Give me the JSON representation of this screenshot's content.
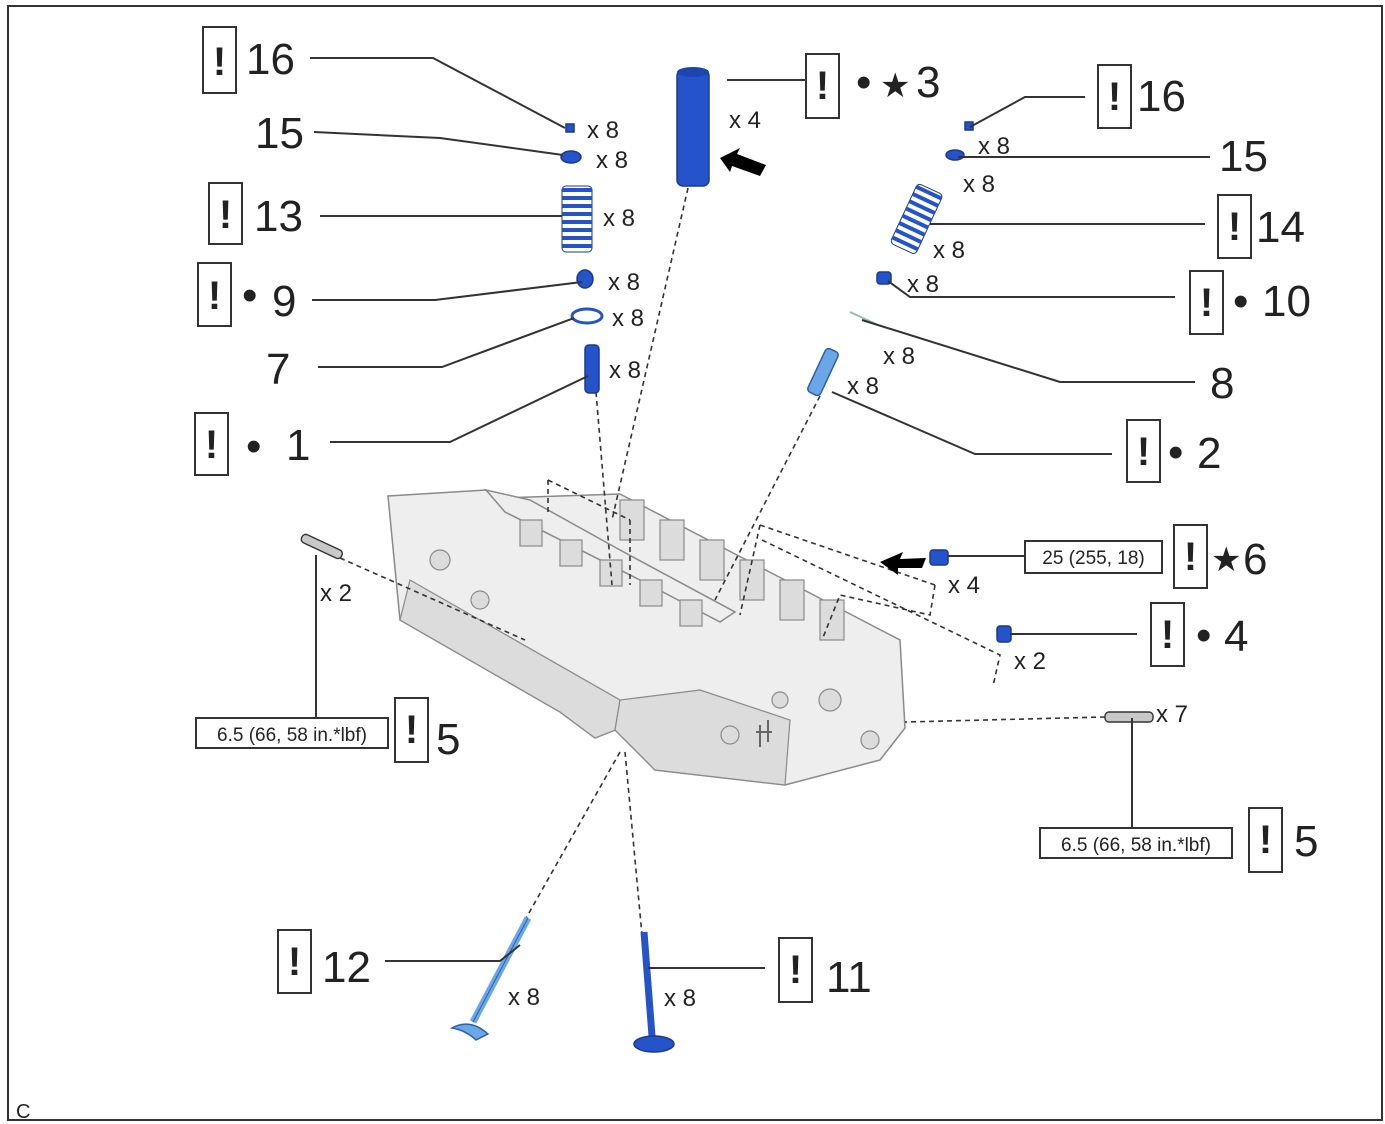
{
  "parts": {
    "p16_left": {
      "num": "16",
      "qty": "x 8"
    },
    "p15_left": {
      "num": "15",
      "qty": "x 8"
    },
    "p13": {
      "num": "13",
      "qty": "x 8"
    },
    "p9": {
      "num": "9",
      "qty": "x 8"
    },
    "p7": {
      "num": "7",
      "qty": "x 8"
    },
    "p1": {
      "num": "1",
      "qty": "x 8"
    },
    "p3": {
      "num": "3",
      "qty": "x 4"
    },
    "p16_right": {
      "num": "16",
      "qty": "x 8"
    },
    "p15_right": {
      "num": "15",
      "qty": "x 8"
    },
    "p14": {
      "num": "14",
      "qty": "x 8"
    },
    "p10": {
      "num": "10",
      "qty": "x 8"
    },
    "p8": {
      "num": "8",
      "qty": "x 8"
    },
    "p2": {
      "num": "2",
      "qty": "x 8"
    },
    "p6": {
      "num": "6",
      "qty": "x 4",
      "torque": "25 (255, 18)"
    },
    "p4": {
      "num": "4",
      "qty": "x 2"
    },
    "p5_left": {
      "num": "5",
      "qty": "x 2",
      "torque": "6.5 (66, 58 in.*lbf)"
    },
    "p5_right": {
      "num": "5",
      "qty": "x 7",
      "torque": "6.5 (66, 58 in.*lbf)"
    },
    "p12": {
      "num": "12",
      "qty": "x 8"
    },
    "p11": {
      "num": "11",
      "qty": "x 8"
    }
  },
  "symbols": {
    "caution": "!",
    "bullet": "•",
    "star": "★"
  },
  "footer_code": "C",
  "colors": {
    "part_blue": "#2553c9",
    "part_light_blue": "#6aa7e6",
    "block_gray": "#eeeeee",
    "line": "#333333"
  }
}
